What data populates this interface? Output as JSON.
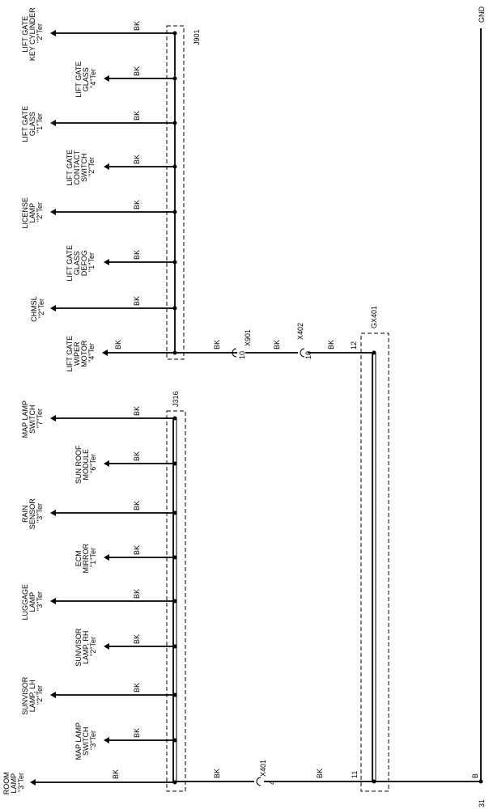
{
  "diagram": {
    "ground_label": "GND",
    "ground_pin": "31",
    "ground_wire_label": "B",
    "junctions": {
      "upper": "J901",
      "lower": "J316",
      "ground_block": "GX401"
    },
    "connectors": {
      "x901": {
        "name": "X901",
        "pin": "10"
      },
      "x402": {
        "name": "X402",
        "pin": "10"
      },
      "x401": {
        "name": "X401",
        "pin": "4"
      }
    },
    "gx401_pins": {
      "upper": "12",
      "lower": "11"
    },
    "upper_branches": [
      {
        "lines": [
          "LIFT GATE",
          "KEY CYLINDER",
          "\"2\"Ter"
        ],
        "wire": "BK"
      },
      {
        "lines": [
          "LIFT GATE",
          "GLASS",
          "\"4\"Ter"
        ],
        "wire": "BK"
      },
      {
        "lines": [
          "LIFT GATE",
          "GLASS",
          "\"1\"Ter"
        ],
        "wire": "BK"
      },
      {
        "lines": [
          "LIFT GATE",
          "CONTACT",
          "SWITCH",
          "\"2\"Ter"
        ],
        "wire": "BK"
      },
      {
        "lines": [
          "LICENSE",
          "LAMP",
          "\"2\"Ter"
        ],
        "wire": "BK"
      },
      {
        "lines": [
          "LIFT GATE",
          "GLASS",
          "DEFOG",
          "\"1\"Ter"
        ],
        "wire": "BK"
      },
      {
        "lines": [
          "CHMSL",
          "\"2\"Ter"
        ],
        "wire": "BK"
      },
      {
        "lines": [
          "LIFT GATE",
          "WIPER",
          "MOTOR",
          "\"4\"Ter"
        ],
        "wire": "BK"
      }
    ],
    "main_wires": {
      "wiper_to_x901": "BK",
      "x901_to_x402": "BK",
      "x402_to_gx": "BK",
      "room_to_j316": "BK",
      "j316_to_x401": "BK",
      "x401_to_gx": "BK"
    },
    "lower_branches": [
      {
        "lines": [
          "MAP LAMP",
          "SWITCH",
          "\"7\"Ter"
        ],
        "wire": "BK"
      },
      {
        "lines": [
          "SUN ROOF",
          "MODULE",
          "\"6\"Ter"
        ],
        "wire": "BK"
      },
      {
        "lines": [
          "RAIN",
          "SENSOR",
          "\"3\"Ter"
        ],
        "wire": "BK"
      },
      {
        "lines": [
          "ECM",
          "MIRROR",
          "\"1\"Ter"
        ],
        "wire": "BK"
      },
      {
        "lines": [
          "LUGGAGE",
          "LAMP",
          "\"3\"Ter"
        ],
        "wire": "BK"
      },
      {
        "lines": [
          "SUNVISOR",
          "LAMP, RH",
          "\"2\"Ter"
        ],
        "wire": "BK"
      },
      {
        "lines": [
          "SUNVISOR",
          "LAMP, LH",
          "\"2\"Ter"
        ],
        "wire": "BK"
      },
      {
        "lines": [
          "MAP LAMP",
          "SWITCH",
          "\"3\"Ter"
        ],
        "wire": "BK"
      },
      {
        "lines": [
          "ROOM",
          "LAMP",
          "\"3\"Ter"
        ],
        "wire": "BK"
      }
    ]
  }
}
